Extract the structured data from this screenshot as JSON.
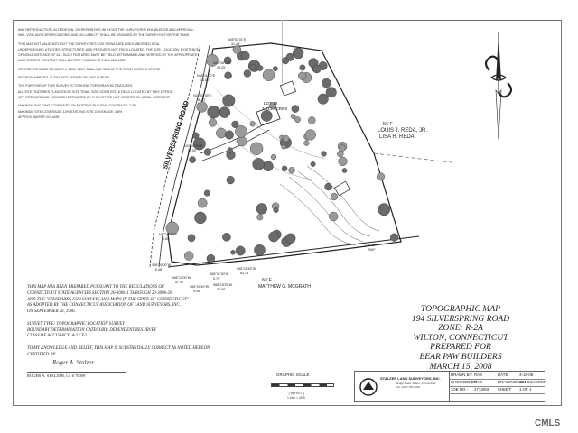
{
  "notes": [
    "ANY REPRODUCTION, ALTERATION, OR REPRINTING WITHOUT THE SURVEYOR'S KNOWLEDGE AND APPROVAL",
    "WILL VOID ANY CERTIFICATIONS, AND NO LIABILITY SHALL BE ASSUMED BY THE SURVEYOR FOR THE SAME.",
    "THIS MAP NOT VALID WITHOUT THE SURVEYOR'S LIVE SIGNATURE AND EMBOSSED SEAL.",
    "UNDERGROUND UTILITIES, STRUCTURES, AND FEATURES NOT FIELD LOCATED. THE SIZE, LOCATION, EXISTENCE",
    "OF NON-EXISTENCE OF ALL SUCH FEATURES MUST BE FIELD DETERMINED AND VERIFIED BY THE APPROPRIATE",
    "AUTHORITIES. CONTACT 'CALL BEFORE YOU DIG' AT 1-800-922-4455.",
    "REFERENCE MADE TO MAPS #, 1642, 1819, 3836, AND 3296 AT THE TOWN CLERK'S OFFICE.",
    "ENCROACHMENTS, IF ANY, NOT SHOWN ON THIS SURVEY.",
    "THE PURPOSE OF THIS SURVEY IS TO SHOW TOPOGRAPHIC FEATURES.",
    "ALL SITE FEATURES FLAGGED BY SITE TRIAL, SOIL SCIENTIST, & FIELD LOCATED BY THIS OFFICE.",
    "OFF SITE WETLAND LOCATION ESTIMATED BY THIS OFFICE NOT VERIFIED BY A SOIL SCIENTIST.",
    "MAXIMUM BUILDING COVERAGE: 7%   EXISTING BUILDING COVERAGE: 2.3%",
    "MAXIMUM SITE COVERAGE: 12%   EXISTING SITE COVERAGE: 3.8%",
    "APPROX. WATER VOLUME"
  ],
  "site": {
    "road_name": "SILVERSPRING ROAD",
    "lot_label": "LOT 19",
    "lot_area": "2.213 ACRES",
    "neighbor_right": [
      "N / F",
      "LOUIS J. REDA, JR.",
      "LISA H. REDA"
    ],
    "neighbor_bottom": [
      "N / F",
      "MATTHEW G. MCGRATH"
    ],
    "bearings": [
      {
        "label": "N08°57'01\"E",
        "sub": "31.48'"
      },
      {
        "label": "N20°08'18\"E",
        "sub": "49.25'"
      },
      {
        "label": "N38°11'00\"E",
        "sub": "15.00'"
      },
      {
        "label": "N22°53'40\"E",
        "sub": "36.43'"
      },
      {
        "label": "N24°09'50\"E",
        "sub": "60.00'"
      },
      {
        "label": "N27°45'00\"E",
        "sub": "9.85'"
      },
      {
        "label": "S68°09'00\"W",
        "sub": "6.48'"
      },
      {
        "label": "S68°12'00\"W",
        "sub": "57.10'"
      },
      {
        "label": "S65°01'40\"W",
        "sub": "9.05'"
      },
      {
        "label": "S68°31'30\"W",
        "sub": "5.70'"
      },
      {
        "label": "S68°16'45\"W",
        "sub": "83.78'"
      },
      {
        "label": "S68°15'25\"W",
        "sub": "29.08'"
      },
      {
        "label": "170.15'",
        "sub": "S69°"
      }
    ]
  },
  "certification": [
    "THIS MAP HAS BEEN PREPARED PURSUANT TO THE REGULATIONS OF",
    "CONNECTICUT STATE AGENCIES SECTION 20-300b-1 THROUGH 20-300b-20",
    "AND THE \"STANDARDS FOR SURVEYS AND MAPS IN THE STATE OF CONNECTICUT\"",
    "AS ADOPTED BY THE CONNECTICUT ASSOCIATION OF LAND SURVEYORS, INC.",
    "ON SEPTEMBER 26, 1996.",
    "",
    "SURVEY TYPE:  TOPOGRAPHIC LOCATION SURVEY",
    "BOUNDARY DETERMINATION CATEGORY:  DEPENDENT RESURVEY",
    "CLASS OF ACCURACY:  A-2 / T-2",
    "",
    "TO MY KNOWLEDGE AND BELIEF, THIS MAP IS SUBSTANTIALLY CORRECT AS NOTED HEREON.",
    "CERTIFIED BY:"
  ],
  "signer": "ROGER A. STALZER, LS # 70009",
  "signature": "Roger A. Stalzer",
  "title": [
    "TOPOGRAPHIC MAP",
    "194 SILVERSPRING ROAD",
    "ZONE: R-2A",
    "WILTON, CONNECTICUT",
    "PREPARED FOR",
    "BEAR PAW BUILDERS",
    "MARCH 15, 2008"
  ],
  "scale": {
    "label": "GRAPHIC SCALE",
    "text1": "( IN FEET )",
    "text2": "1 inch = 40 ft."
  },
  "titleblock": {
    "company": "STALZER LAND SURVEYORS, INC.",
    "address": "Ridge Road, Wilton, Connecticut",
    "phone": "Tel. (203) 762-0000",
    "rows": [
      {
        "k": "DRAWN BY:",
        "v": "RAS",
        "k2": "DATE:",
        "v2": "3-15-08"
      },
      {
        "k": "CHECKED BY:",
        "v": "RAS",
        "k2": "DRAWING NO.:",
        "v2": "194 SILVERSP"
      },
      {
        "k": "JOB NO.:",
        "v": "2712008",
        "k2": "SHEET:",
        "v2": "1   OF   1"
      },
      {
        "k": "",
        "v": "",
        "k2": "",
        "v2": ""
      }
    ]
  },
  "watermark": "CMLS"
}
